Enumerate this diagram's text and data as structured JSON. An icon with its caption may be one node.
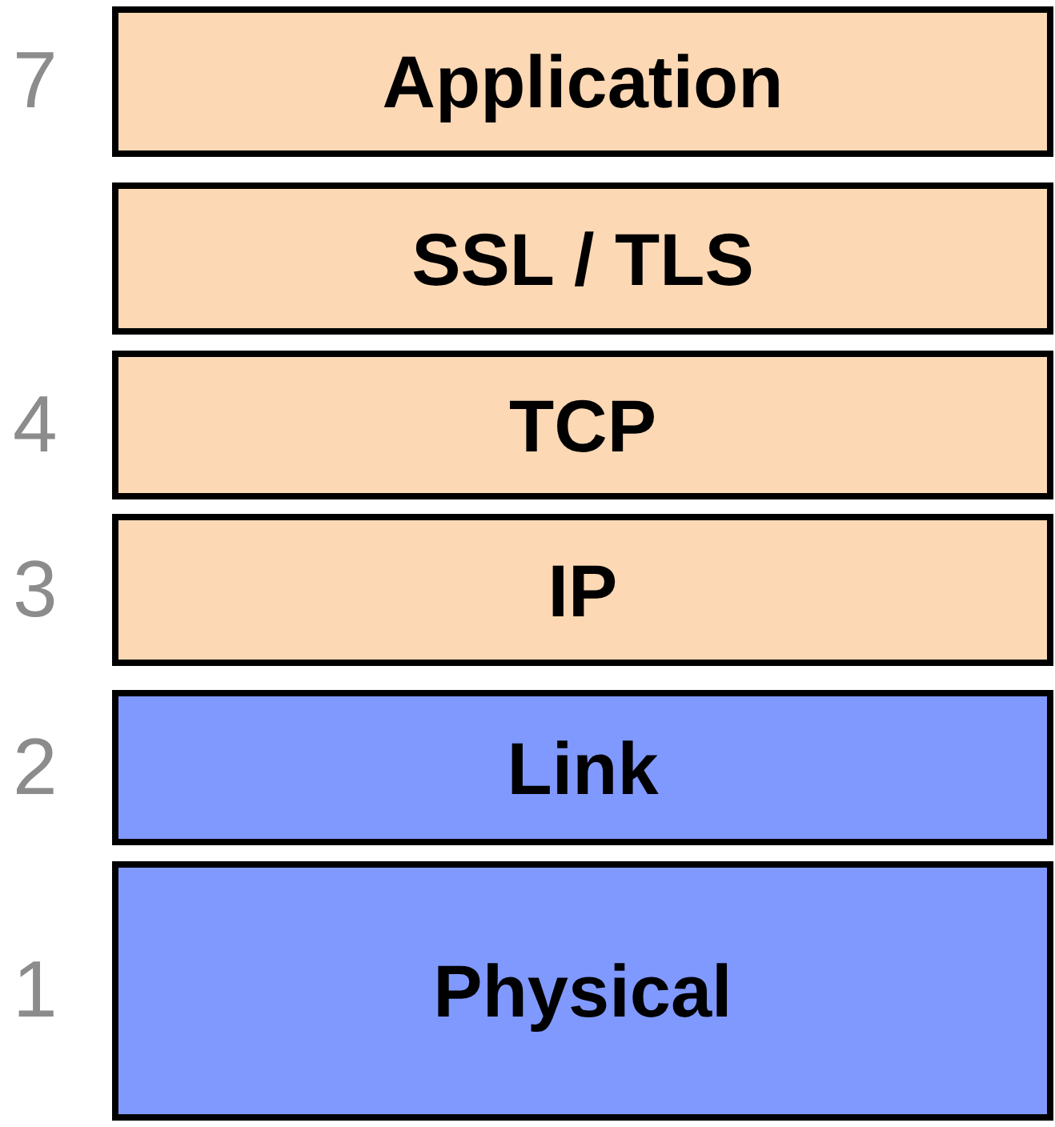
{
  "diagram": {
    "nodes": [
      {
        "text": [
          "Application"
        ],
        "beside": [
          "7"
        ]
      },
      {
        "text": [
          "SSL / TLS"
        ]
      },
      {
        "text": [
          "TCP"
        ],
        "beside": [
          "4"
        ]
      },
      {
        "text": [
          "IP"
        ],
        "beside": [
          "3"
        ]
      },
      {
        "text": [
          "Link"
        ],
        "beside": [
          "2"
        ]
      },
      {
        "text": [
          "Physical"
        ],
        "beside": [
          "1"
        ]
      }
    ]
  }
}
